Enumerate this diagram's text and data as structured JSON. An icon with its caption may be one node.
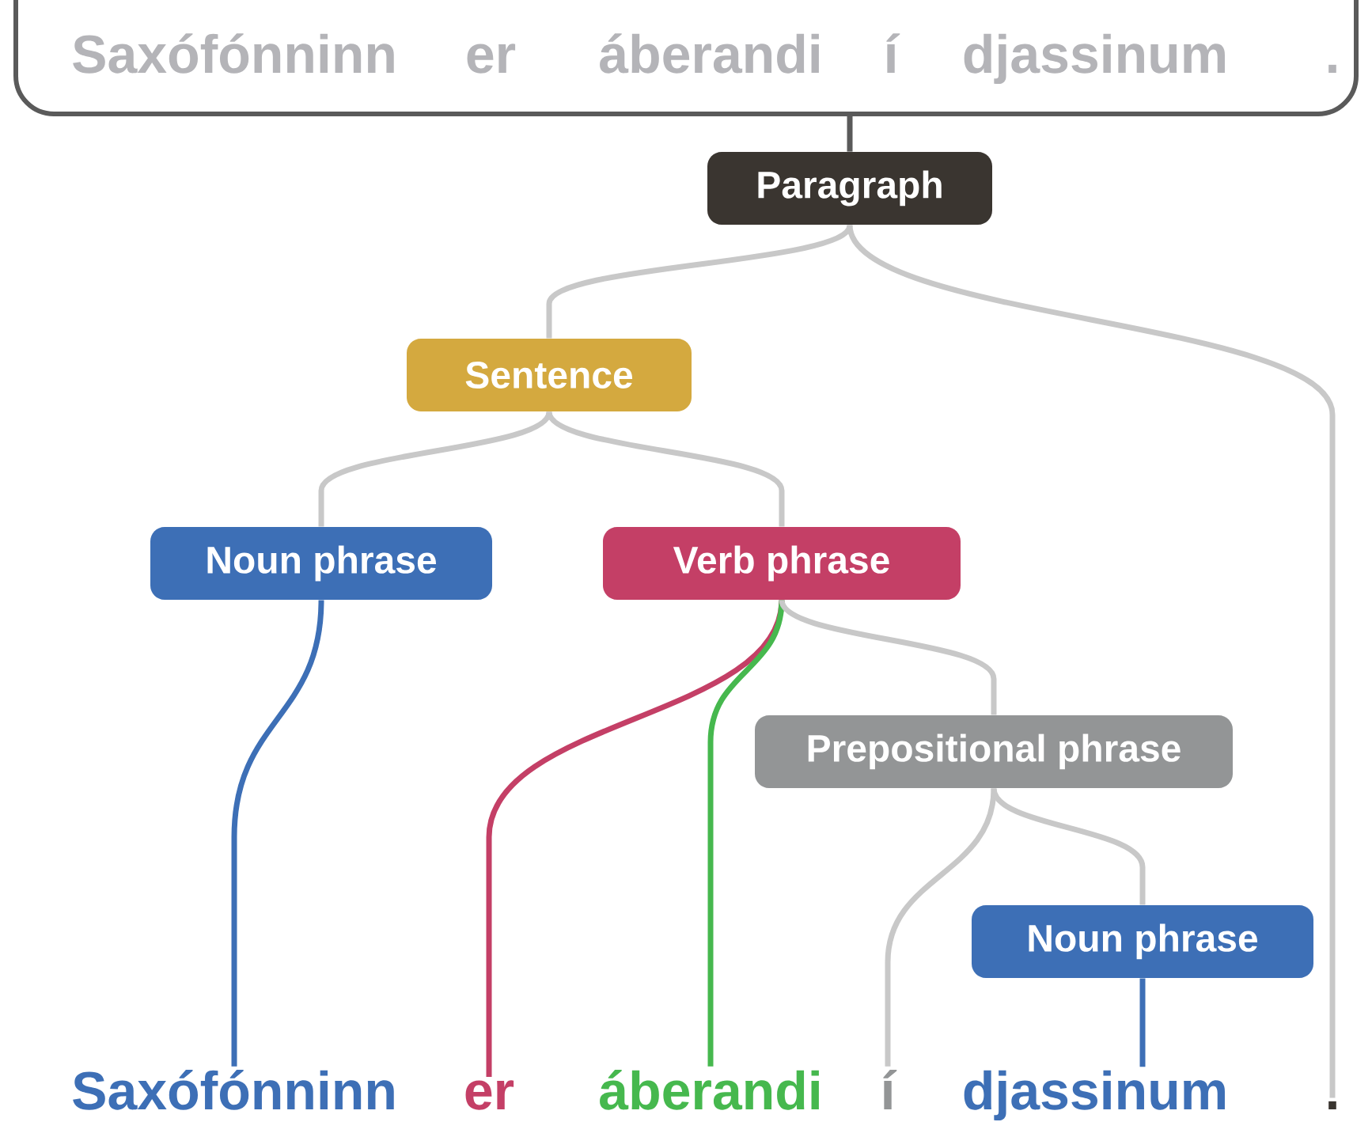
{
  "diagram": {
    "nodes": [
      {
        "text": [
          "Saxófónninn",
          "er",
          "áberandi",
          "í",
          "djassinum",
          "."
        ]
      },
      {
        "text": [
          "Paragraph"
        ]
      },
      {
        "text": [
          "Sentence"
        ]
      },
      {
        "text": [
          "Noun phrase"
        ]
      },
      {
        "text": [
          "Verb phrase"
        ]
      },
      {
        "text": [
          "Prepositional phrase"
        ]
      },
      {
        "text": [
          "Noun phrase"
        ]
      },
      {
        "text": [
          "Saxófónninn"
        ]
      },
      {
        "text": [
          "er"
        ]
      },
      {
        "text": [
          "áberandi"
        ]
      },
      {
        "text": [
          "í"
        ]
      },
      {
        "text": [
          "djassinum"
        ]
      },
      {
        "text": [
          "."
        ]
      }
    ],
    "edges": [
      {
        "from": 0,
        "to": 1,
        "arrow": "none",
        "color": "#5a5a5a"
      },
      {
        "from": 1,
        "to": 2,
        "arrow": "none"
      },
      {
        "from": 1,
        "to": 12,
        "arrow": "none"
      },
      {
        "from": 2,
        "to": 3,
        "arrow": "none"
      },
      {
        "from": 2,
        "to": 4,
        "arrow": "none"
      },
      {
        "from": 3,
        "to": 7,
        "arrow": "none",
        "color": "#3d6fb6"
      },
      {
        "from": 4,
        "to": 8,
        "arrow": "none",
        "color": "#c43f66"
      },
      {
        "from": 4,
        "to": 9,
        "arrow": "none",
        "color": "#46b84e"
      },
      {
        "from": 4,
        "to": 5,
        "arrow": "none"
      },
      {
        "from": 5,
        "to": 10,
        "arrow": "none"
      },
      {
        "from": 5,
        "to": 6,
        "arrow": "none"
      },
      {
        "from": 6,
        "to": 11,
        "arrow": "none",
        "color": "#3d6fb6"
      }
    ]
  }
}
